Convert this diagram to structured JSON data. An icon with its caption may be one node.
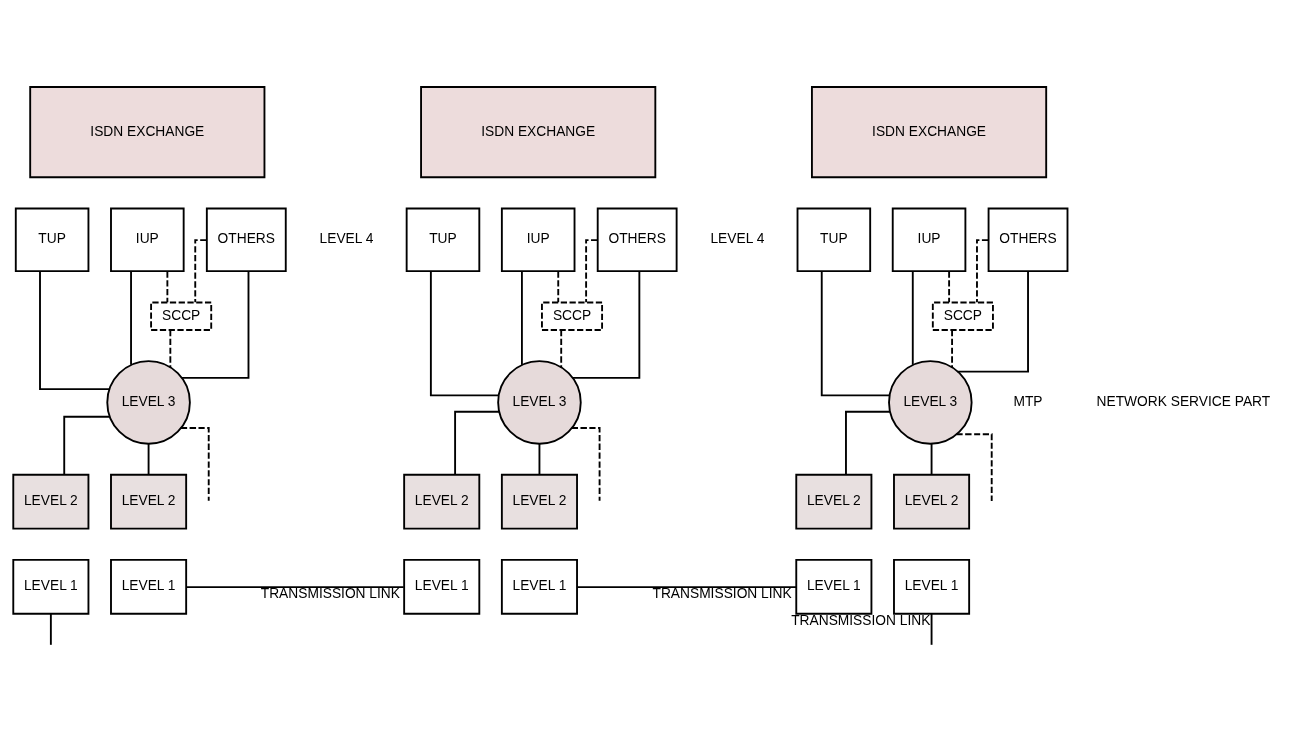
{
  "diagram": {
    "nodes": [
      {
        "text": [
          "ISDN EXCHANGE"
        ]
      },
      {
        "text": [
          "TUP"
        ]
      },
      {
        "text": [
          "IUP"
        ]
      },
      {
        "text": [
          "OTHERS"
        ]
      },
      {
        "text": [
          "SCCP"
        ]
      },
      {
        "text": [
          "LEVEL 3"
        ]
      },
      {
        "text": [
          "LEVEL 2"
        ]
      },
      {
        "text": [
          "LEVEL 2"
        ]
      },
      {
        "text": [
          "LEVEL 1"
        ]
      },
      {
        "text": [
          "LEVEL 1"
        ]
      },
      {
        "text": [
          "ISDN EXCHANGE"
        ]
      },
      {
        "text": [
          "TUP"
        ]
      },
      {
        "text": [
          "IUP"
        ]
      },
      {
        "text": [
          "OTHERS"
        ]
      },
      {
        "text": [
          "SCCP"
        ]
      },
      {
        "text": [
          "LEVEL 3"
        ]
      },
      {
        "text": [
          "LEVEL 2"
        ]
      },
      {
        "text": [
          "LEVEL 2"
        ]
      },
      {
        "text": [
          "LEVEL 1"
        ]
      },
      {
        "text": [
          "LEVEL 1"
        ]
      },
      {
        "text": [
          "ISDN EXCHANGE"
        ]
      },
      {
        "text": [
          "TUP"
        ]
      },
      {
        "text": [
          "IUP"
        ]
      },
      {
        "text": [
          "OTHERS"
        ]
      },
      {
        "text": [
          "SCCP"
        ]
      },
      {
        "text": [
          "LEVEL 3"
        ]
      },
      {
        "text": [
          "LEVEL 2"
        ]
      },
      {
        "text": [
          "LEVEL 2"
        ]
      },
      {
        "text": [
          "LEVEL 1"
        ]
      },
      {
        "text": [
          "LEVEL 1"
        ]
      }
    ],
    "edges": [
      {
        "from": 1,
        "to": 5,
        "arrow": "none"
      },
      {
        "from": 2,
        "to": 5,
        "arrow": "none"
      },
      {
        "from": 3,
        "to": 5,
        "arrow": "none"
      },
      {
        "from": 2,
        "to": 4,
        "arrow": "none",
        "style": "dashed"
      },
      {
        "from": 3,
        "to": 4,
        "arrow": "none",
        "style": "dashed"
      },
      {
        "from": 4,
        "to": 5,
        "arrow": "none",
        "style": "dashed"
      },
      {
        "from": 5,
        "to": 6,
        "arrow": "none"
      },
      {
        "from": 5,
        "to": 7,
        "arrow": "none"
      },
      {
        "from": 5,
        "to": null,
        "arrow": "none",
        "style": "dashed"
      },
      {
        "from": 11,
        "to": 15,
        "arrow": "none"
      },
      {
        "from": 12,
        "to": 15,
        "arrow": "none"
      },
      {
        "from": 13,
        "to": 15,
        "arrow": "none"
      },
      {
        "from": 12,
        "to": 14,
        "arrow": "none",
        "style": "dashed"
      },
      {
        "from": 13,
        "to": 14,
        "arrow": "none",
        "style": "dashed"
      },
      {
        "from": 14,
        "to": 15,
        "arrow": "none",
        "style": "dashed"
      },
      {
        "from": 15,
        "to": 16,
        "arrow": "none"
      },
      {
        "from": 15,
        "to": 17,
        "arrow": "none"
      },
      {
        "from": 15,
        "to": null,
        "arrow": "none",
        "style": "dashed"
      },
      {
        "from": 21,
        "to": 25,
        "arrow": "none"
      },
      {
        "from": 22,
        "to": 25,
        "arrow": "none"
      },
      {
        "from": 23,
        "to": 25,
        "arrow": "none"
      },
      {
        "from": 22,
        "to": 24,
        "arrow": "none",
        "style": "dashed"
      },
      {
        "from": 23,
        "to": 24,
        "arrow": "none",
        "style": "dashed"
      },
      {
        "from": 24,
        "to": 25,
        "arrow": "none",
        "style": "dashed"
      },
      {
        "from": 25,
        "to": 26,
        "arrow": "none"
      },
      {
        "from": 25,
        "to": 27,
        "arrow": "none"
      },
      {
        "from": 25,
        "to": null,
        "arrow": "none",
        "style": "dashed"
      },
      {
        "from": 8,
        "to": null,
        "arrow": "none"
      },
      {
        "from": 9,
        "to": 18,
        "arrow": "none",
        "label": "TRANSMISSION LINK"
      },
      {
        "from": 19,
        "to": 28,
        "arrow": "none",
        "label": "TRANSMISSION LINK"
      },
      {
        "from": 29,
        "to": null,
        "arrow": "none",
        "label": "TRANSMISSION LINK"
      }
    ],
    "labels": [
      "LEVEL 4",
      "LEVEL 4",
      "MTP",
      "NETWORK SERVICE PART"
    ]
  }
}
